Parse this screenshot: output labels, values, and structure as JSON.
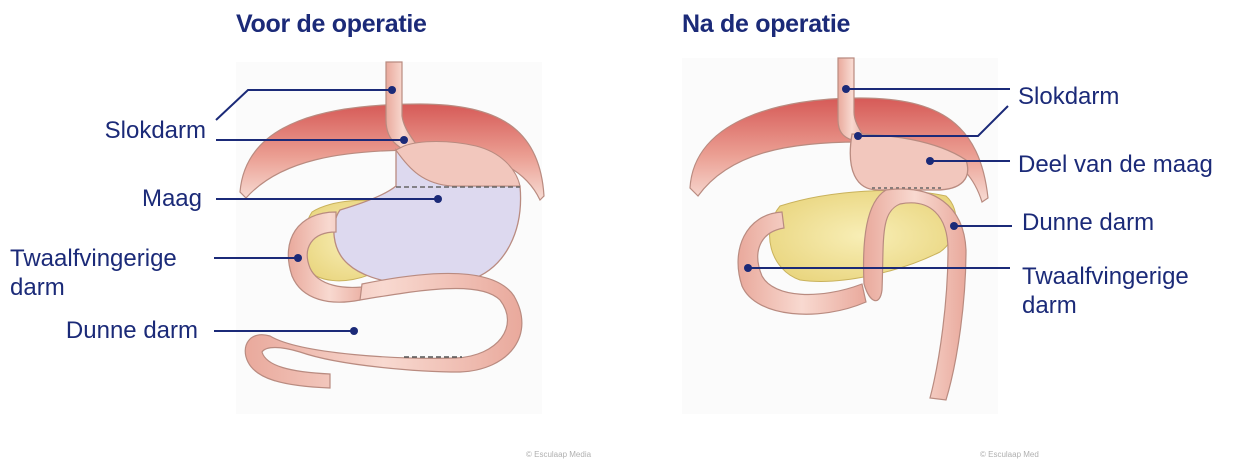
{
  "before": {
    "title": "Voor de operatie",
    "labels": {
      "slokdarm": "Slokdarm",
      "maag": "Maag",
      "twaalfvingerige": "Twaalfvingerige darm",
      "dunne_darm": "Dunne darm"
    },
    "copyright": "© Esculaap Media"
  },
  "after": {
    "title": "Na de operatie",
    "labels": {
      "slokdarm": "Slokdarm",
      "deel_maag": "Deel van de maag",
      "dunne_darm": "Dunne darm",
      "twaalfvingerige": "Twaalfvingerige darm"
    },
    "copyright": "© Esculaap Med"
  },
  "colors": {
    "label_text": "#1b2a78",
    "leader_line": "#1b2a78",
    "tissue_pink": "#f2c7bd",
    "tissue_red": "#d9635e",
    "stomach_lilac": "#ddd9ef",
    "pancreas_yellow": "#f2e39a"
  }
}
